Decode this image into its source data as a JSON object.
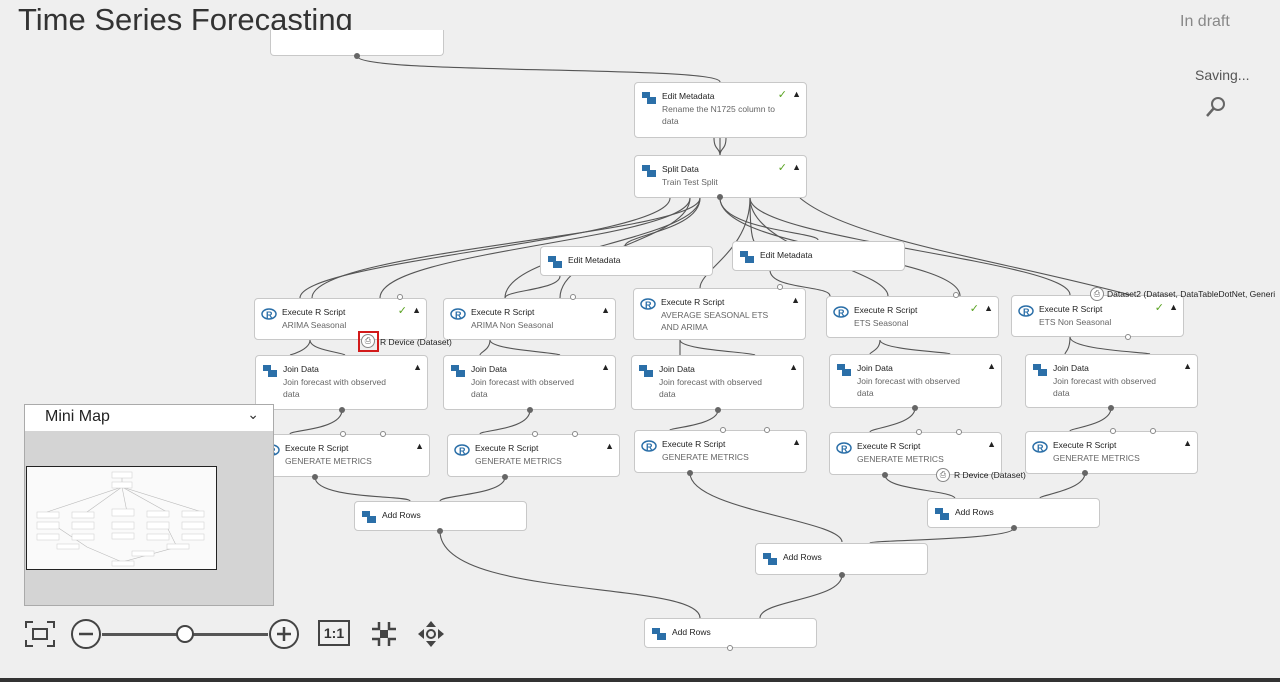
{
  "app": {
    "title": "Time Series Forecasting",
    "status": "In draft",
    "saving": "Saving..."
  },
  "icons": {
    "search": "search-icon",
    "zoom_out": "zoom-out-icon",
    "zoom_in": "zoom-in-icon",
    "fit": "fit-to-screen-icon",
    "actual_size": "actual-size-icon",
    "center": "center-icon",
    "pan": "pan-icon",
    "dataset": "dataset-port-icon"
  },
  "nodes": {
    "edit_metadata_top": {
      "title": "Edit Metadata",
      "subtitle": "Rename the N1725 column to data"
    },
    "split_data": {
      "title": "Split Data",
      "subtitle": "Train Test Split"
    },
    "edit_metadata_1": {
      "title": "Edit Metadata"
    },
    "edit_metadata_2": {
      "title": "Edit Metadata"
    },
    "exec_arima_seasonal": {
      "title": "Execute R Script",
      "subtitle": "ARIMA Seasonal"
    },
    "exec_arima_non_seasonal": {
      "title": "Execute R Script",
      "subtitle": "ARIMA Non Seasonal"
    },
    "exec_average": {
      "title": "Execute R Script",
      "subtitle": "AVERAGE SEASONAL ETS AND ARIMA"
    },
    "exec_ets_seasonal": {
      "title": "Execute R Script",
      "subtitle": "ETS Seasonal"
    },
    "exec_ets_non_seasonal": {
      "title": "Execute R Script",
      "subtitle": "ETS Non Seasonal"
    },
    "join_1": {
      "title": "Join Data",
      "subtitle": "Join forecast with observed data"
    },
    "join_2": {
      "title": "Join Data",
      "subtitle": "Join forecast with observed data"
    },
    "join_3": {
      "title": "Join Data",
      "subtitle": "Join forecast with observed data"
    },
    "join_4": {
      "title": "Join Data",
      "subtitle": "Join forecast with observed data"
    },
    "join_5": {
      "title": "Join Data",
      "subtitle": "Join forecast with observed data"
    },
    "metrics_1": {
      "title": "Execute R Script",
      "subtitle": "GENERATE METRICS"
    },
    "metrics_2": {
      "title": "Execute R Script",
      "subtitle": "GENERATE METRICS"
    },
    "metrics_3": {
      "title": "Execute R Script",
      "subtitle": "GENERATE METRICS"
    },
    "metrics_4": {
      "title": "Execute R Script",
      "subtitle": "GENERATE METRICS"
    },
    "metrics_5": {
      "title": "Execute R Script",
      "subtitle": "GENERATE METRICS"
    },
    "add_rows_left": {
      "title": "Add Rows"
    },
    "add_rows_right": {
      "title": "Add Rows"
    },
    "add_rows_mid": {
      "title": "Add Rows"
    },
    "add_rows_bottom": {
      "title": "Add Rows"
    }
  },
  "tooltips": {
    "r_device_1": "R Device (Dataset)",
    "r_device_2": "R Device (Dataset)",
    "dataset2": "Dataset2 (Dataset, DataTableDotNet, Generi"
  },
  "minimap": {
    "label": "Mini Map",
    "chevron": "chevron-down-icon"
  },
  "toolbar": {
    "actual_size_label": "1:1",
    "zoom_level": 0.5
  }
}
